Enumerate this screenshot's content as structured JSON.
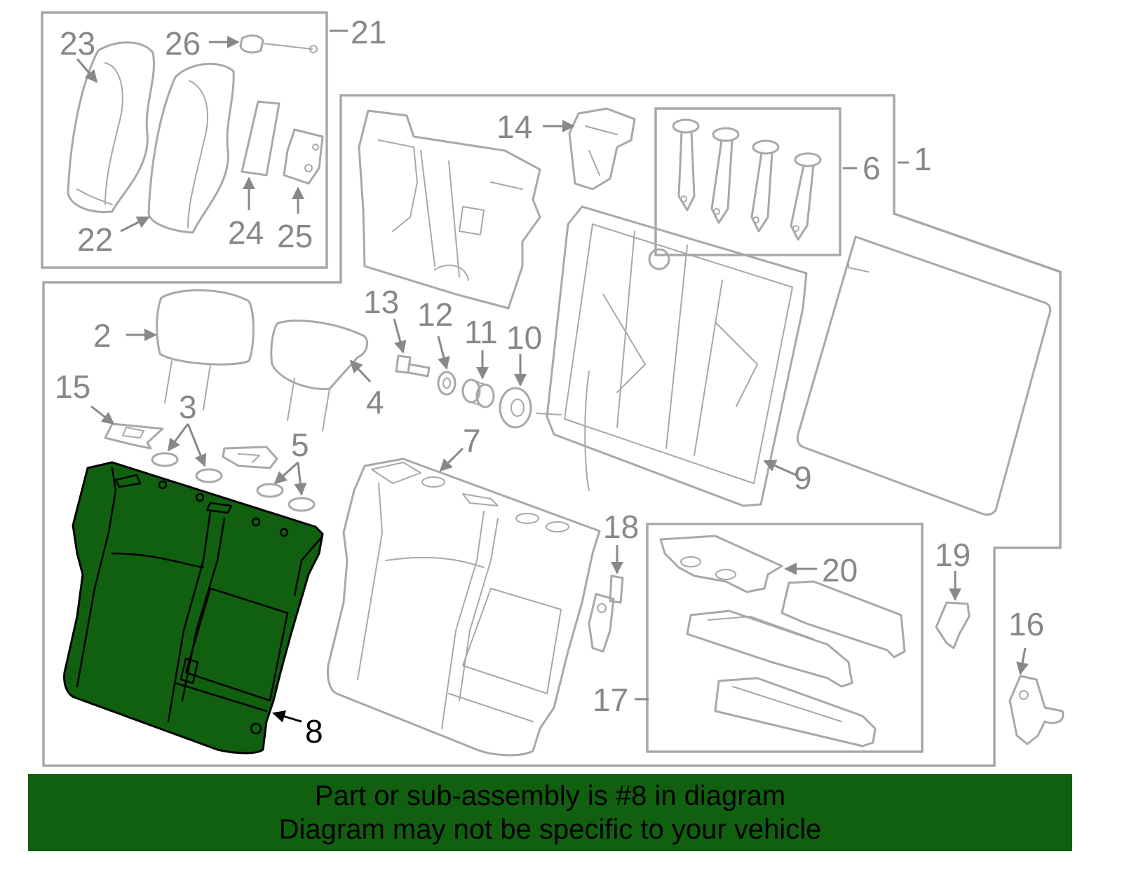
{
  "diagram": {
    "callouts": [
      "1",
      "2",
      "3",
      "4",
      "5",
      "6",
      "7",
      "8",
      "9",
      "10",
      "11",
      "12",
      "13",
      "14",
      "15",
      "16",
      "17",
      "18",
      "19",
      "20",
      "21",
      "22",
      "23",
      "24",
      "25",
      "26"
    ],
    "highlighted_part": "8",
    "highlight_color": "#106010",
    "line_color": "#a8a8a8",
    "label_color": "#888888"
  },
  "banner": {
    "line1": "Part or sub-assembly is #8 in diagram",
    "line2": "Diagram may not be specific to your vehicle",
    "background": "#106010"
  }
}
